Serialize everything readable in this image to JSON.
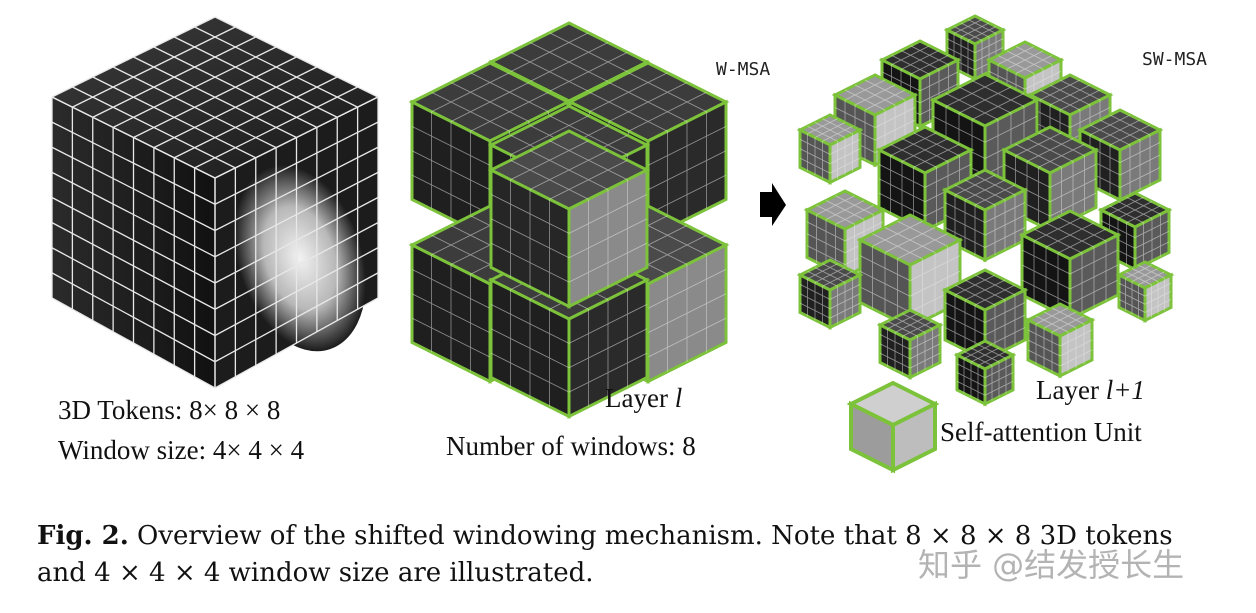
{
  "figure": {
    "left_cube": {
      "tokens_label": "3D Tokens: 8× 8 × 8",
      "window_label": "Window size: 4× 4 × 4"
    },
    "middle_cube": {
      "tag": "W-MSA",
      "layer_prefix": "Layer ",
      "layer_var": "l",
      "windows_label": "Number of windows: 8"
    },
    "right_cube": {
      "tag": "SW-MSA",
      "layer_prefix": "Layer ",
      "layer_var": "l+1",
      "unit_label": "Self-attention Unit"
    },
    "colors": {
      "window_border": "#7cc23a",
      "token_grid": "#e8e8e8",
      "arrow": "#000000"
    }
  },
  "caption": {
    "fig_label": "Fig. 2.",
    "text": " Overview of the shifted windowing mechanism. Note that 8 × 8 × 8 3D tokens and 4 × 4 × 4 window size are illustrated."
  },
  "watermark": "知乎 @结发授长生"
}
